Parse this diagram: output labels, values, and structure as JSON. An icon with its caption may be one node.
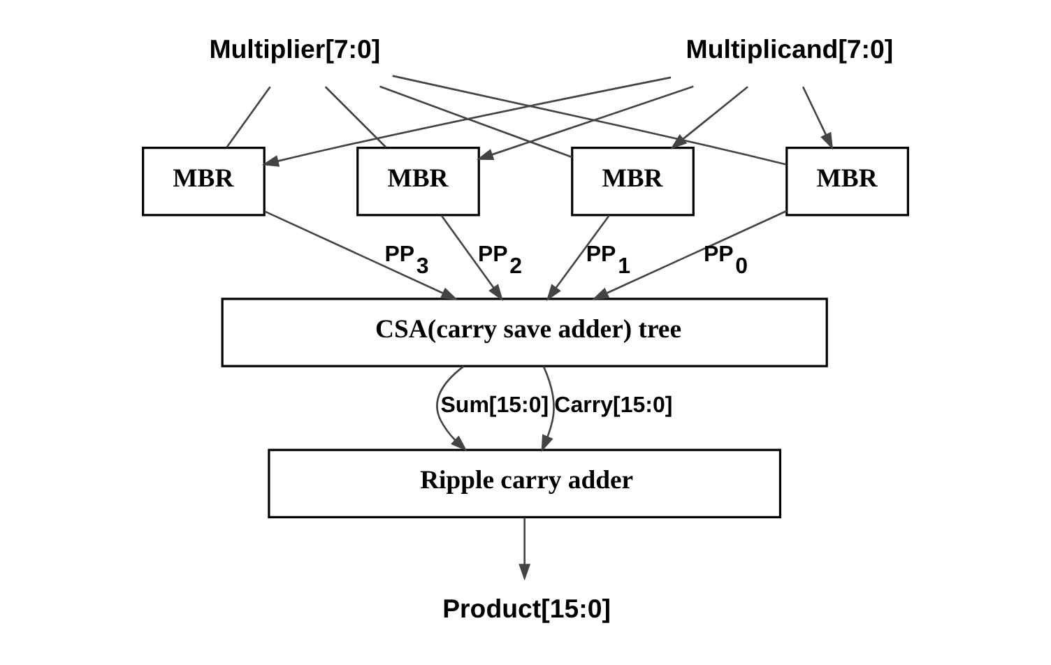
{
  "diagram": {
    "nodes": [
      {
        "text": [
          "Multiplier[7:0]"
        ]
      },
      {
        "text": [
          "Multiplicand[7:0]"
        ]
      },
      {
        "text": [
          "MBR"
        ]
      },
      {
        "text": [
          "MBR"
        ]
      },
      {
        "text": [
          "MBR"
        ]
      },
      {
        "text": [
          "MBR"
        ]
      },
      {
        "text": [
          "CSA(carry save adder) tree"
        ]
      },
      {
        "text": [
          "Ripple carry adder"
        ]
      },
      {
        "text": [
          "Product[15:0]"
        ]
      }
    ],
    "edges": [
      {
        "from": 0,
        "to": 2,
        "arrow": "none"
      },
      {
        "from": 0,
        "to": 3,
        "arrow": "none"
      },
      {
        "from": 0,
        "to": 4,
        "arrow": "none"
      },
      {
        "from": 0,
        "to": 5,
        "arrow": "none"
      },
      {
        "from": 1,
        "to": 2,
        "arrow": "to"
      },
      {
        "from": 1,
        "to": 3,
        "arrow": "to"
      },
      {
        "from": 1,
        "to": 4,
        "arrow": "to"
      },
      {
        "from": 1,
        "to": 5,
        "arrow": "to"
      },
      {
        "from": 2,
        "to": 6,
        "arrow": "to",
        "label": "PP$_{3}$"
      },
      {
        "from": 3,
        "to": 6,
        "arrow": "to",
        "label": "PP$_{2}$"
      },
      {
        "from": 4,
        "to": 6,
        "arrow": "to",
        "label": "PP$_{1}$"
      },
      {
        "from": 5,
        "to": 6,
        "arrow": "to",
        "label": "PP$_{0}$"
      },
      {
        "from": 6,
        "to": 7,
        "arrow": "to",
        "label": "Sum[15:0]"
      },
      {
        "from": 6,
        "to": 7,
        "arrow": "to",
        "label": "Carry[15:0]"
      },
      {
        "from": 7,
        "to": 8,
        "arrow": "to"
      }
    ]
  }
}
